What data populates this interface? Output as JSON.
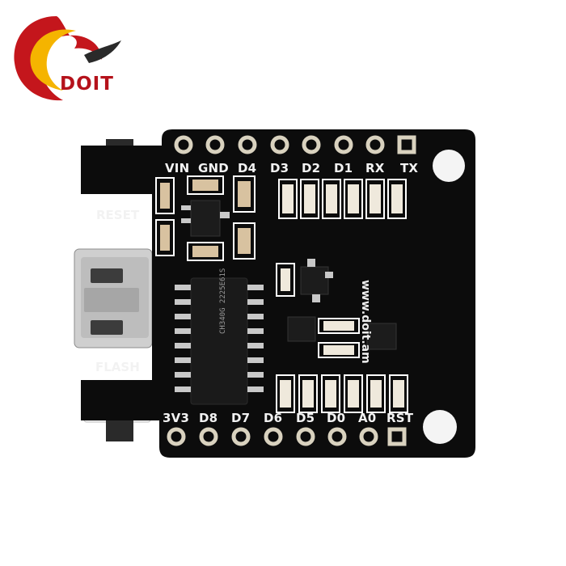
{
  "logo": {
    "brand": "DOIT",
    "colors": {
      "red": "#c4161c",
      "yellow": "#f5b400"
    }
  },
  "board": {
    "top_pins": [
      "VIN",
      "GND",
      "D4",
      "D3",
      "D2",
      "D1",
      "RX",
      "TX"
    ],
    "bottom_pins": [
      "3V3",
      "D8",
      "D7",
      "D6",
      "D5",
      "D0",
      "A0",
      "RST"
    ],
    "left_labels": {
      "reset": "RESET",
      "flash": "FLASH"
    },
    "url": "www.doit.am",
    "chip": {
      "line1": "CH340G",
      "line2": "2225E61S"
    },
    "colors": {
      "pcb": "#0c0c0c",
      "pad": "#d9d2bf",
      "silk": "#f2f2f2"
    }
  }
}
